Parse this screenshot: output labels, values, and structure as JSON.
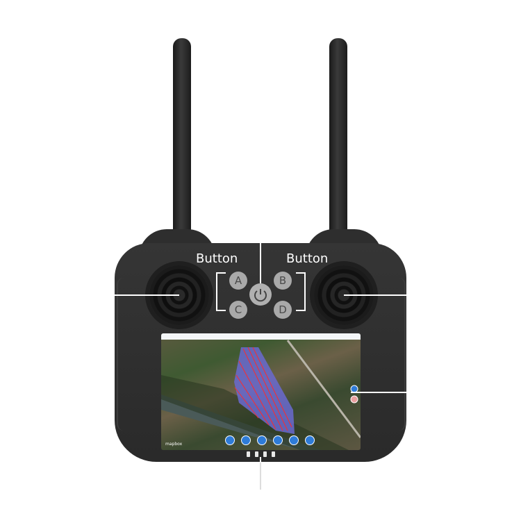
{
  "labels": {
    "left_button_group": "Button",
    "right_button_group": "Button"
  },
  "buttons": {
    "a": "A",
    "b": "B",
    "c": "C",
    "d": "D"
  },
  "screen": {
    "map_attribution": "mapbox"
  },
  "colors": {
    "body": "#2e2e2e",
    "button": "#a9a9a9",
    "field_fill": "#6a6ad0",
    "route": "#ff2a2a"
  }
}
